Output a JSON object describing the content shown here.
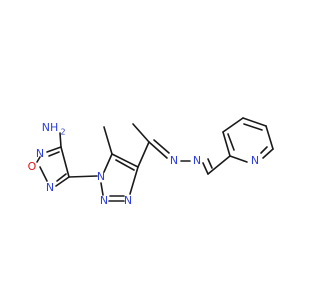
{
  "molecule": {
    "atom_labels": {
      "amine": "NH",
      "amine_subscript": "2",
      "furazan_n_top": "N",
      "furazan_o": "O",
      "furazan_n_bottom": "N",
      "triazole_n1": "N",
      "triazole_n2": "N",
      "triazole_n3": "N",
      "hydrazone_n1": "N",
      "hydrazone_n2": "N",
      "pyridine_n": "N"
    },
    "colors": {
      "bond": "#1a1a1a",
      "nitrogen": "#2f3fdc",
      "oxygen": "#e0141c",
      "background": "#ffffff"
    }
  }
}
